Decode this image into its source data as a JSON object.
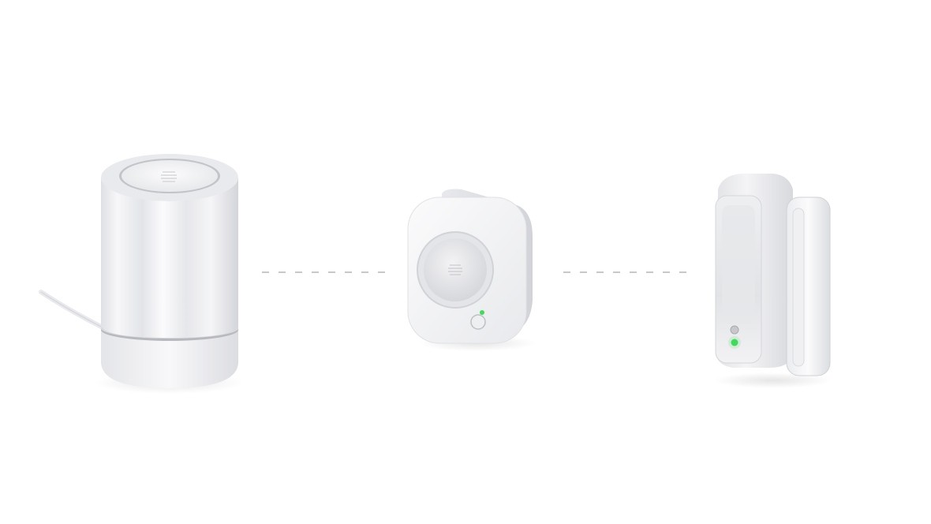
{
  "scene": {
    "background": "#ffffff",
    "devices": [
      {
        "id": "hub",
        "icon": "smart-home-hub-icon"
      },
      {
        "id": "motion-sensor",
        "icon": "motion-sensor-icon",
        "led_color": "#3ddc5a"
      },
      {
        "id": "door-sensor",
        "icon": "door-window-sensor-icon",
        "led_color": "#3ddc5a"
      }
    ],
    "connectors": [
      {
        "from": "hub",
        "to": "motion-sensor",
        "style": "dashed",
        "color": "#c8c8c8"
      },
      {
        "from": "motion-sensor",
        "to": "door-sensor",
        "style": "dashed",
        "color": "#c8c8c8"
      }
    ]
  }
}
